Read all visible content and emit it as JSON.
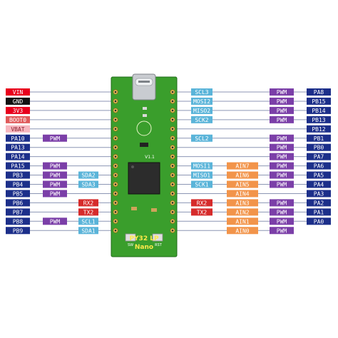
{
  "colors": {
    "power_red": "#e8001c",
    "ground_black": "#111111",
    "boot_red": "#e05a5a",
    "vbat_pink": "#f7b7bf",
    "port": "#1c2f8a",
    "pwm": "#7b3fa8",
    "i2c": "#5ab4d9",
    "uart": "#d62b2b",
    "spi": "#5ab4d9",
    "adc": "#f2944a",
    "pcb": "#3a9e2c",
    "line": "#8c96b4"
  },
  "board": {
    "silk_name": "PY32 LP",
    "silk_model": "Nano",
    "silk_version": "V1.1",
    "silk_sw_left": "SW",
    "silk_sw_right": "RST",
    "connector_icon": "usb-connector-icon"
  },
  "left_rows": [
    {
      "pin": "VIN",
      "pin_color": "power_red",
      "badges": []
    },
    {
      "pin": "GND",
      "pin_color": "ground_black",
      "badges": []
    },
    {
      "pin": "3V3",
      "pin_color": "power_red",
      "badges": []
    },
    {
      "pin": "BOOT0",
      "pin_color": "boot_red",
      "badges": []
    },
    {
      "pin": "VBAT",
      "pin_color": "vbat_pink",
      "badges": []
    },
    {
      "pin": "PA10",
      "pin_color": "port",
      "badges": [
        {
          "text": "PWM",
          "kind": "pwm",
          "col": 0
        }
      ]
    },
    {
      "pin": "PA13",
      "pin_color": "port",
      "badges": []
    },
    {
      "pin": "PA14",
      "pin_color": "port",
      "badges": []
    },
    {
      "pin": "PA15",
      "pin_color": "port",
      "badges": [
        {
          "text": "PWM",
          "kind": "pwm",
          "col": 0
        }
      ]
    },
    {
      "pin": "PB3",
      "pin_color": "port",
      "badges": [
        {
          "text": "PWM",
          "kind": "pwm",
          "col": 0
        },
        {
          "text": "SDA2",
          "kind": "i2c",
          "col": 1
        }
      ]
    },
    {
      "pin": "PB4",
      "pin_color": "port",
      "badges": [
        {
          "text": "PWM",
          "kind": "pwm",
          "col": 0
        },
        {
          "text": "SDA3",
          "kind": "i2c",
          "col": 1
        }
      ]
    },
    {
      "pin": "PB5",
      "pin_color": "port",
      "badges": [
        {
          "text": "PWM",
          "kind": "pwm",
          "col": 0
        }
      ]
    },
    {
      "pin": "PB6",
      "pin_color": "port",
      "badges": [
        {
          "text": "RX2",
          "kind": "uart",
          "col": 1
        }
      ]
    },
    {
      "pin": "PB7",
      "pin_color": "port",
      "badges": [
        {
          "text": "TX2",
          "kind": "uart",
          "col": 1
        }
      ]
    },
    {
      "pin": "PB8",
      "pin_color": "port",
      "badges": [
        {
          "text": "PWM",
          "kind": "pwm",
          "col": 0
        },
        {
          "text": "SCL1",
          "kind": "i2c",
          "col": 1
        }
      ]
    },
    {
      "pin": "PB9",
      "pin_color": "port",
      "badges": [
        {
          "text": "SDA1",
          "kind": "i2c",
          "col": 1
        }
      ]
    }
  ],
  "right_rows": [
    {
      "pin": "PA8",
      "badges": [
        {
          "text": "SCL3",
          "kind": "i2c",
          "col": 0
        },
        {
          "text": "PWM",
          "kind": "pwm",
          "col": 2
        }
      ]
    },
    {
      "pin": "PB15",
      "badges": [
        {
          "text": "MOSI2",
          "kind": "spi",
          "col": 0
        },
        {
          "text": "PWM",
          "kind": "pwm",
          "col": 2
        }
      ]
    },
    {
      "pin": "PB14",
      "badges": [
        {
          "text": "MISO2",
          "kind": "spi",
          "col": 0
        },
        {
          "text": "PWM",
          "kind": "pwm",
          "col": 2
        }
      ]
    },
    {
      "pin": "PB13",
      "badges": [
        {
          "text": "SCK2",
          "kind": "spi",
          "col": 0
        },
        {
          "text": "PWM",
          "kind": "pwm",
          "col": 2
        }
      ]
    },
    {
      "pin": "PB12",
      "badges": []
    },
    {
      "pin": "PB1",
      "badges": [
        {
          "text": "SCL2",
          "kind": "i2c",
          "col": 0
        },
        {
          "text": "PWM",
          "kind": "pwm",
          "col": 2
        }
      ]
    },
    {
      "pin": "PB0",
      "badges": [
        {
          "text": "PWM",
          "kind": "pwm",
          "col": 2
        }
      ]
    },
    {
      "pin": "PA7",
      "badges": [
        {
          "text": "PWM",
          "kind": "pwm",
          "col": 2
        }
      ]
    },
    {
      "pin": "PA6",
      "badges": [
        {
          "text": "MOSI1",
          "kind": "spi",
          "col": 0
        },
        {
          "text": "AIN7",
          "kind": "adc",
          "col": 1
        },
        {
          "text": "PWM",
          "kind": "pwm",
          "col": 2
        }
      ]
    },
    {
      "pin": "PA5",
      "badges": [
        {
          "text": "MISO1",
          "kind": "spi",
          "col": 0
        },
        {
          "text": "AIN6",
          "kind": "adc",
          "col": 1
        },
        {
          "text": "PWM",
          "kind": "pwm",
          "col": 2
        }
      ]
    },
    {
      "pin": "PA4",
      "badges": [
        {
          "text": "SCK1",
          "kind": "spi",
          "col": 0
        },
        {
          "text": "AIN5",
          "kind": "adc",
          "col": 1
        },
        {
          "text": "PWM",
          "kind": "pwm",
          "col": 2
        }
      ]
    },
    {
      "pin": "PA3",
      "badges": [
        {
          "text": "AIN4",
          "kind": "adc",
          "col": 1
        }
      ]
    },
    {
      "pin": "PA2",
      "badges": [
        {
          "text": "RX2",
          "kind": "uart",
          "col": 0
        },
        {
          "text": "AIN3",
          "kind": "adc",
          "col": 1
        },
        {
          "text": "PWM",
          "kind": "pwm",
          "col": 2
        }
      ]
    },
    {
      "pin": "PA1",
      "badges": [
        {
          "text": "TX2",
          "kind": "uart",
          "col": 0
        },
        {
          "text": "AIN2",
          "kind": "adc",
          "col": 1
        },
        {
          "text": "PWM",
          "kind": "pwm",
          "col": 2
        }
      ]
    },
    {
      "pin": "PA0",
      "badges": [
        {
          "text": "AIN1",
          "kind": "adc",
          "col": 1
        },
        {
          "text": "PWM",
          "kind": "pwm",
          "col": 2
        }
      ]
    },
    {
      "pin": "",
      "badges": [
        {
          "text": "AIN0",
          "kind": "adc",
          "col": 1
        },
        {
          "text": "PWM",
          "kind": "pwm",
          "col": 2
        }
      ]
    }
  ]
}
